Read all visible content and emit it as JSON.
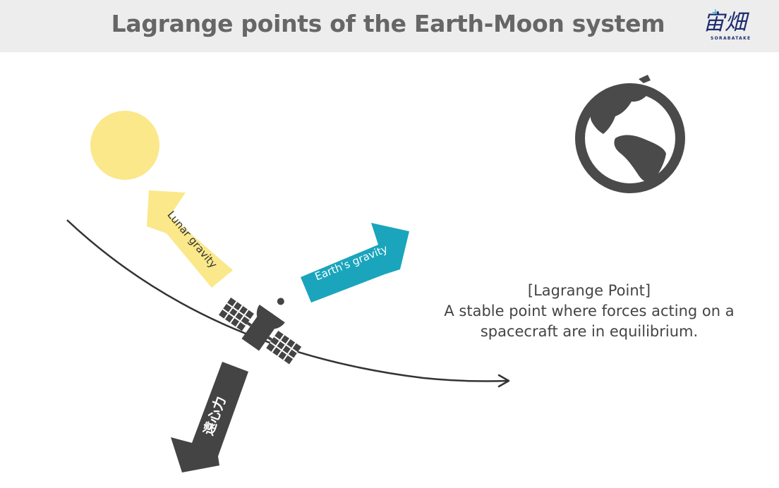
{
  "header": {
    "title": "Lagrange points of the Earth-Moon system",
    "logo_text": "宙畑",
    "logo_subtext": "SORABATAKE"
  },
  "labels": {
    "lunar_gravity": "Lunar gravity",
    "earth_gravity": "Earth's gravity",
    "centrifugal": "遠心力"
  },
  "caption": {
    "heading": "[Lagrange Point]",
    "line1": "A stable point where forces acting on a",
    "line2": "spacecraft are in equilibrium."
  },
  "colors": {
    "moon": "#fae88a",
    "lunar_arrow": "#fae88a",
    "earth_arrow": "#1aa5bc",
    "centrifugal_arrow": "#444444",
    "earth_icon": "#4a4a4a",
    "header_bg": "#ededed"
  },
  "icons": [
    "moon-icon",
    "earth-icon",
    "satellite-icon",
    "sorabatake-logo"
  ]
}
